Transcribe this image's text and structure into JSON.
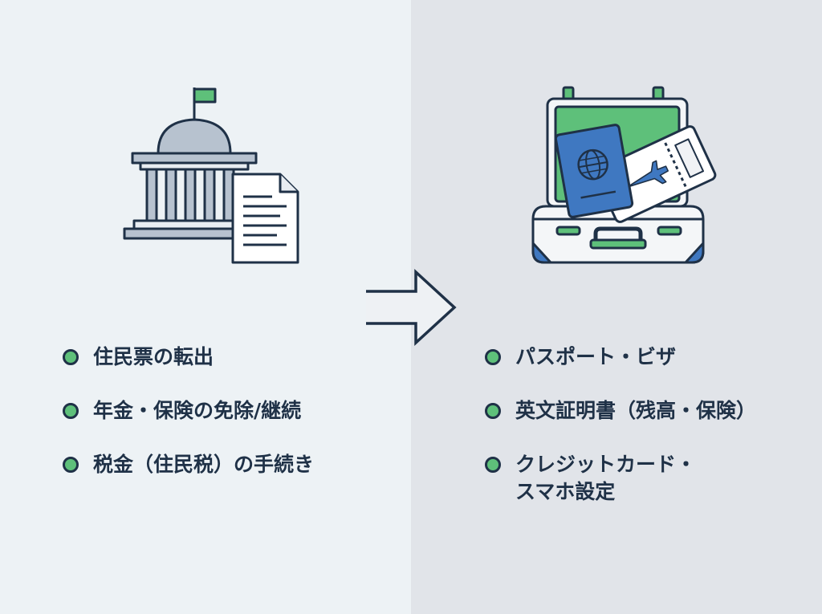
{
  "colors": {
    "left_bg": "#edf2f5",
    "right_bg": "#e1e4e9",
    "outline": "#1f3147",
    "accent_green": "#5ec07a",
    "accent_blue": "#3f78c1",
    "building_gray": "#b7c2cf"
  },
  "left": {
    "illustration": "government-building-with-document",
    "items": [
      {
        "label": "住民票の転出"
      },
      {
        "label": "年金・保険の免除/継続"
      },
      {
        "label": "税金（住民税）の手続き"
      }
    ]
  },
  "arrow": {
    "icon": "arrow-right-icon"
  },
  "right": {
    "illustration": "suitcase-with-passport-and-ticket",
    "items": [
      {
        "label": "パスポート・ビザ"
      },
      {
        "label": "英文証明書（残高・保険）"
      },
      {
        "label_line1": "クレジットカード・",
        "label_line2": "スマホ設定"
      }
    ]
  }
}
